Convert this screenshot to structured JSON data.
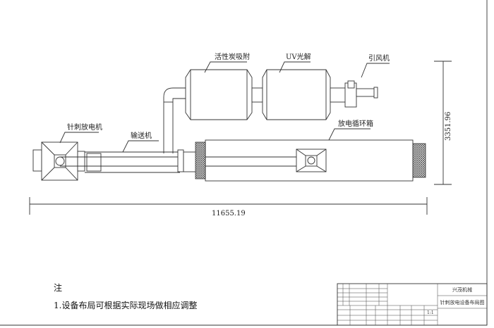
{
  "labels": {
    "carbon_adsorption": "活性炭吸附",
    "uv_photolysis": "UV光解",
    "induced_fan": "引风机",
    "needle_discharge_machine": "针刺放电机",
    "conveyor": "输送机",
    "discharge_circulation_box": "放电循环箱"
  },
  "dimensions": {
    "total_length": "11655.19",
    "height": "3351.96"
  },
  "notes": {
    "heading": "注",
    "item1": "1.设备布局可根据实际现场做相应调整"
  },
  "title_block": {
    "company": "兴茂机械",
    "drawing_title": "针刺放电设备布局图",
    "scale": "1:1"
  }
}
